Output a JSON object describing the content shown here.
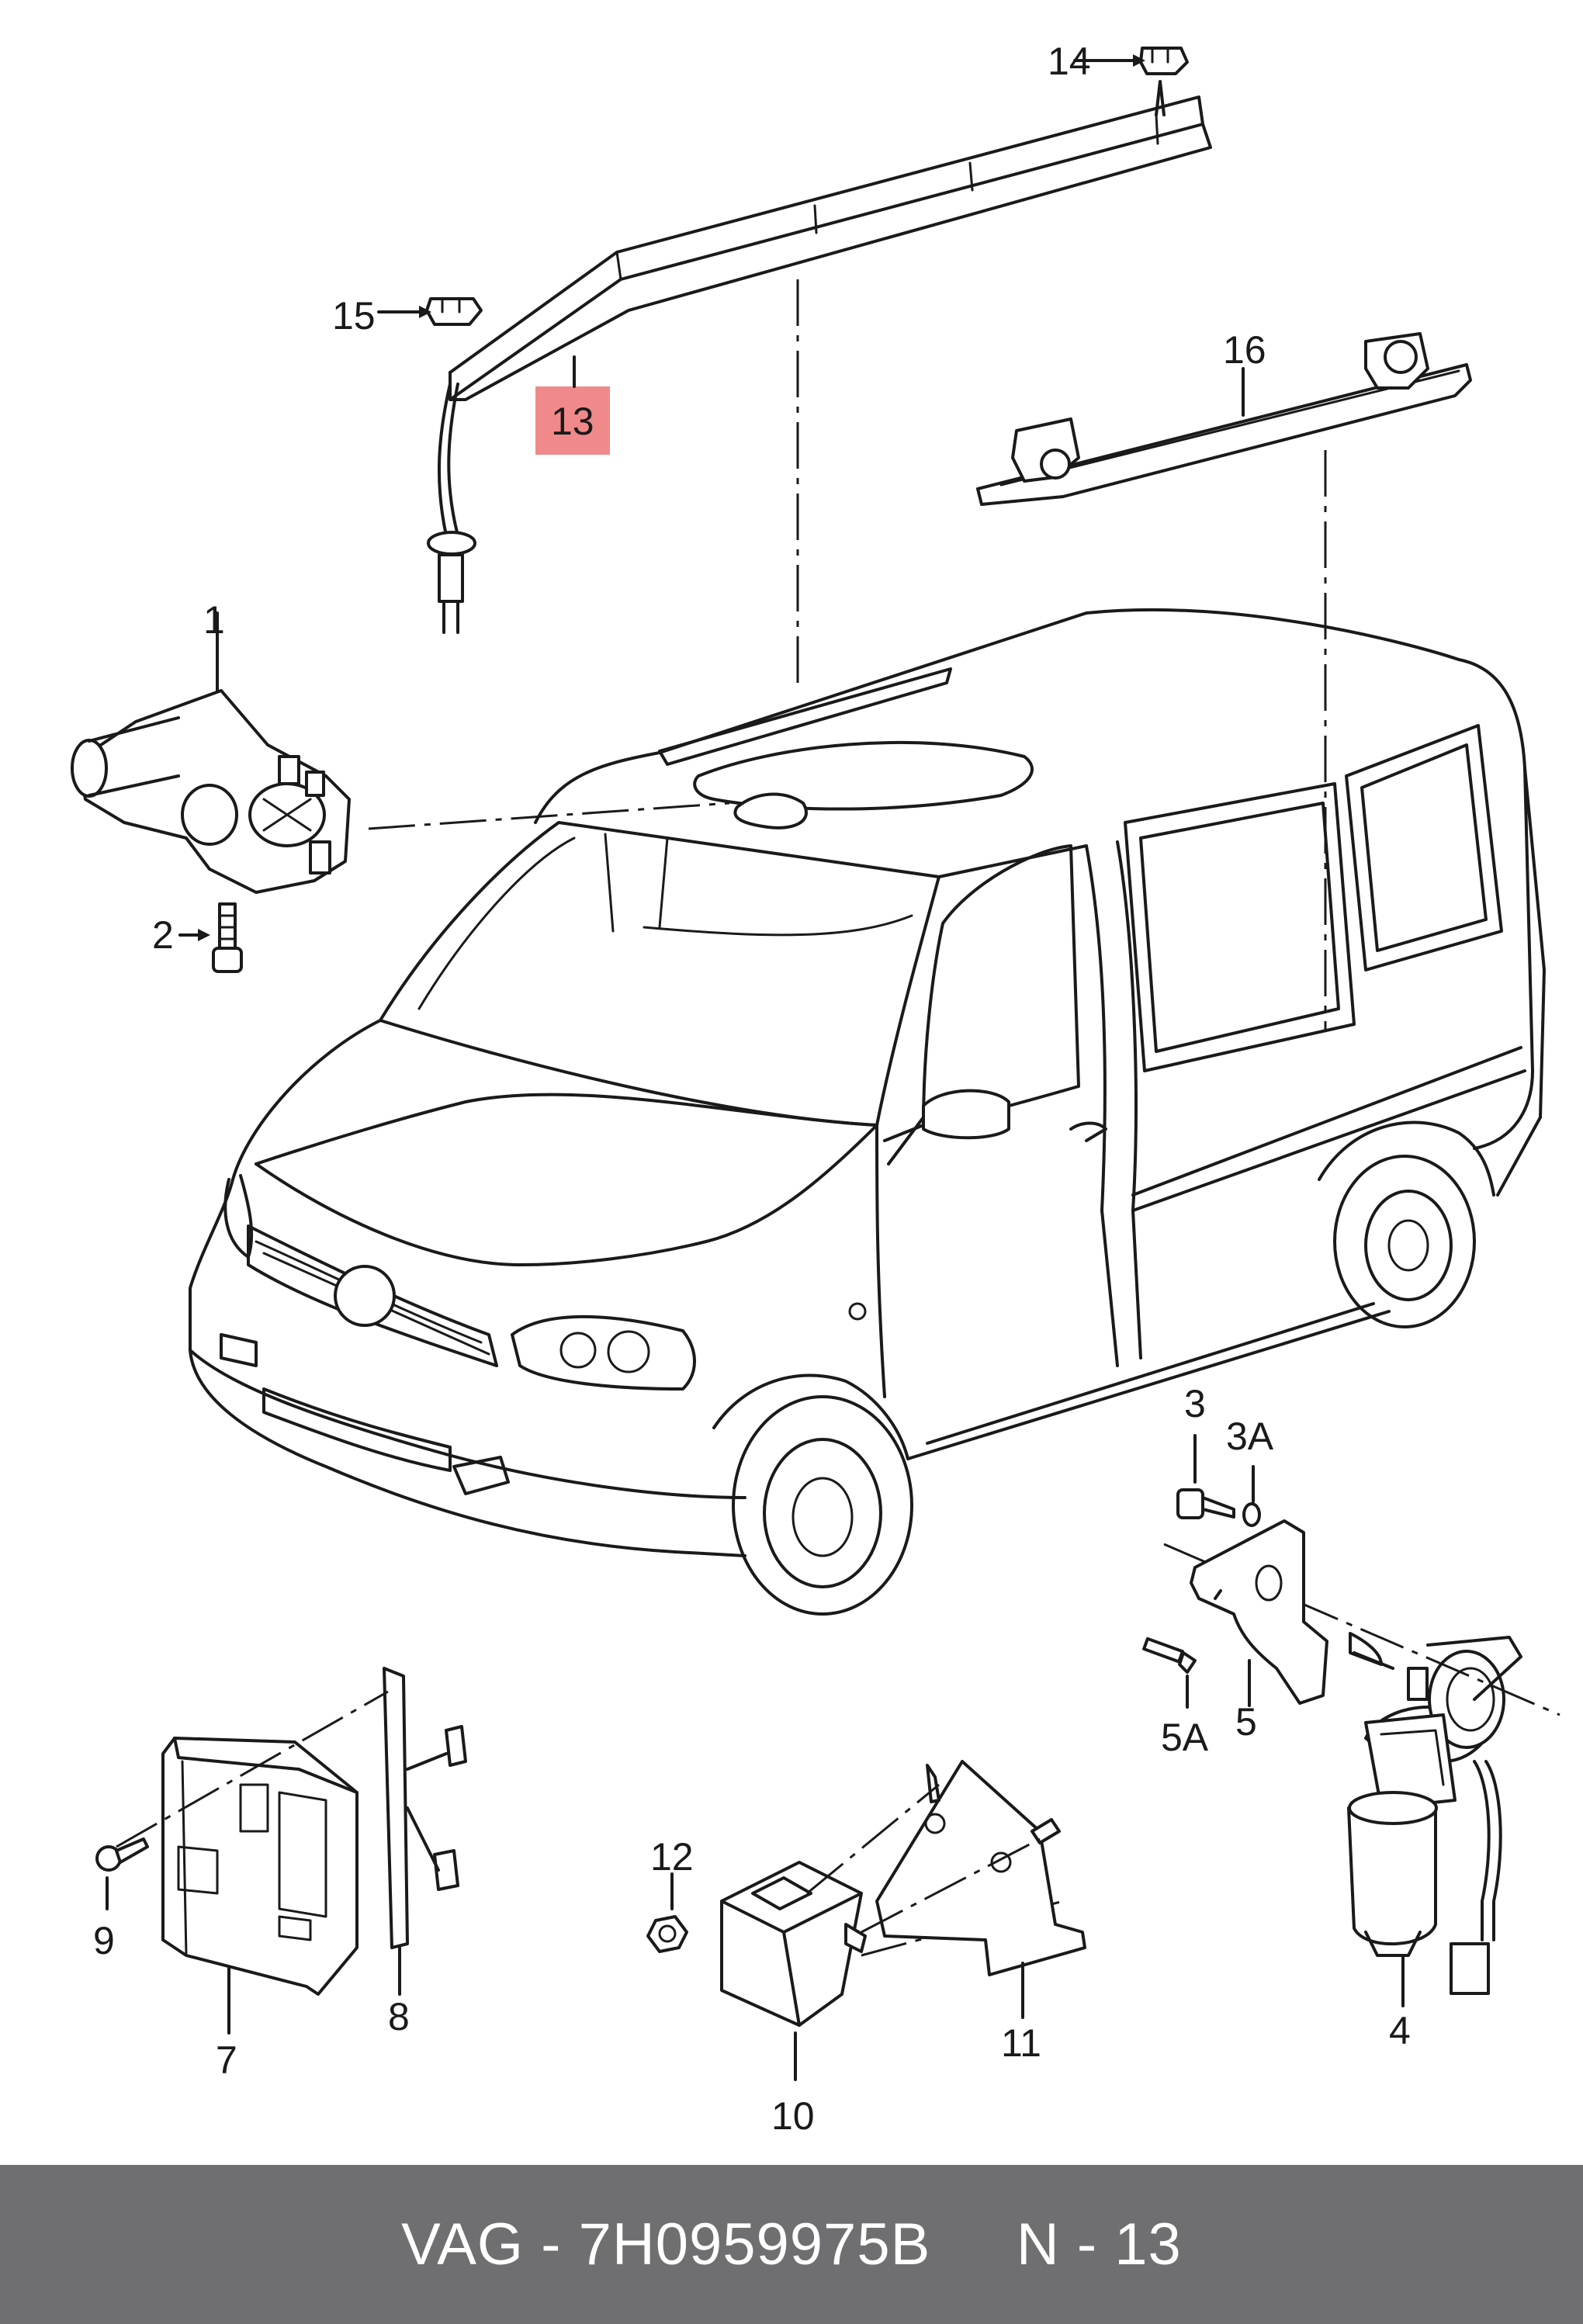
{
  "callouts": {
    "c1": "1",
    "c2": "2",
    "c3": "3",
    "c3a": "3A",
    "c4": "4",
    "c5": "5",
    "c5a": "5A",
    "c7": "7",
    "c8": "8",
    "c9": "9",
    "c10": "10",
    "c11": "11",
    "c12": "12",
    "c13": "13",
    "c14": "14",
    "c15": "15",
    "c16": "16"
  },
  "highlight_color": "#f08a8a",
  "footer": {
    "brand": "VAG",
    "separator": " - ",
    "part_number": "7H0959975B",
    "position": "N - 13",
    "background": "#6f6f71"
  }
}
